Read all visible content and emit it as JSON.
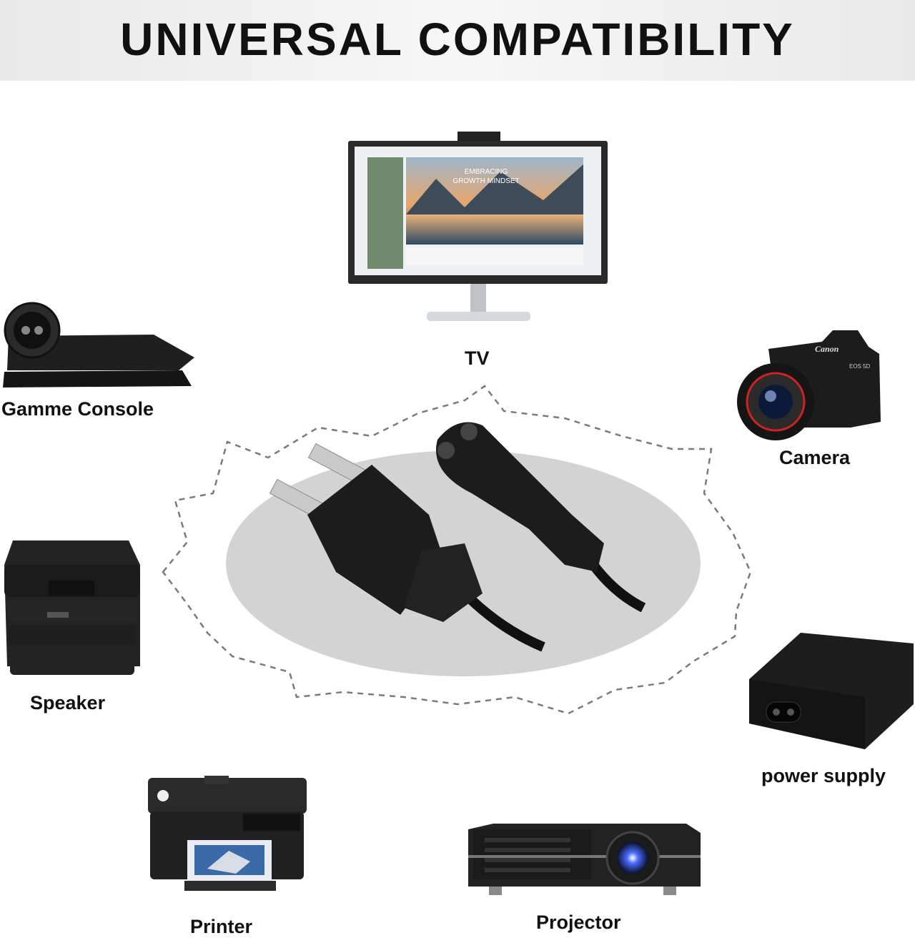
{
  "banner": {
    "title": "UNIVERSAL COMPATIBILITY"
  },
  "tv_screen_text": {
    "line1": "EMBRACING",
    "line2": "GROWTH MINDSET"
  },
  "camera_brand": {
    "brand": "Canon",
    "model": "EOS 5D"
  },
  "devices": {
    "tv": "TV",
    "game_console": "Gamme Console",
    "camera": "Camera",
    "speaker": "Speaker",
    "power_supply": "power supply",
    "printer": "Printer",
    "projector": "Projector"
  },
  "colors": {
    "device": "#1c1c1c",
    "banner_text": "#111111",
    "ellipse": "#d3d3d3",
    "dashed": "#7a7a7a"
  },
  "icons": [
    "tv-icon",
    "game-console-icon",
    "camera-icon",
    "speaker-icon",
    "power-supply-icon",
    "printer-icon",
    "projector-icon",
    "power-cord-icon"
  ]
}
